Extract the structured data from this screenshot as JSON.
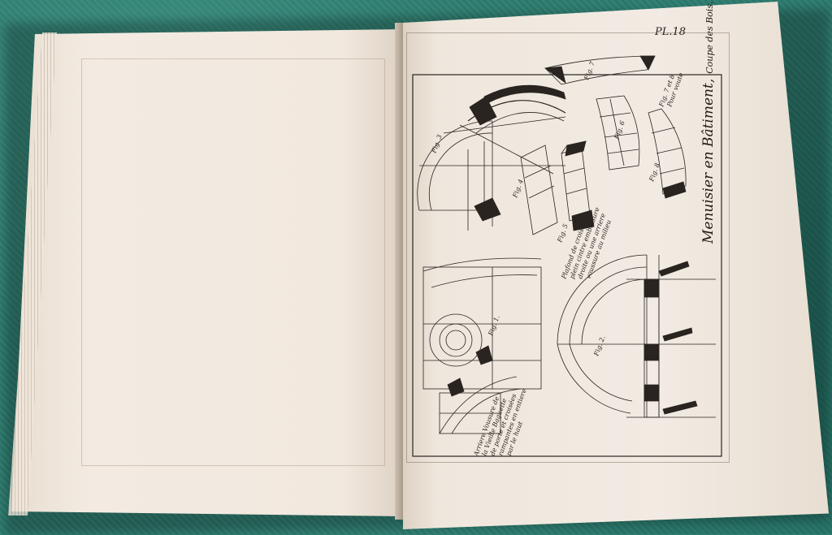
{
  "plate": {
    "number": "PL.18",
    "title": "Menuisier en Bâtiment,",
    "subtitle": "Coupe des Bois."
  },
  "figures": {
    "fig1": "Fig. 1.",
    "fig2": "Fig. 2.",
    "fig3": "Fig. 3",
    "fig4": "Fig. 4",
    "fig5": "Fig. 5",
    "fig6": "Fig. 6",
    "fig7": "Fig. 7",
    "fig8": "Fig. 8",
    "fig_7_8": "Fig. 7 et 8",
    "fig_7_8_sub": "Pour voute"
  },
  "captions": {
    "fig1": [
      "Arriere Vousure de",
      "la Vieille Baguette",
      "de porte et croisées",
      "rampantes en entiere",
      "par le haut"
    ],
    "fig2": [
      "Plafond de croisée en",
      "plein cintre embrasure",
      "droite ou une arriere",
      "voussure au milieu"
    ]
  },
  "colors": {
    "tablecloth": "#2d7c6f",
    "paper": "#f2ebe3",
    "ink": "#2a2420"
  }
}
